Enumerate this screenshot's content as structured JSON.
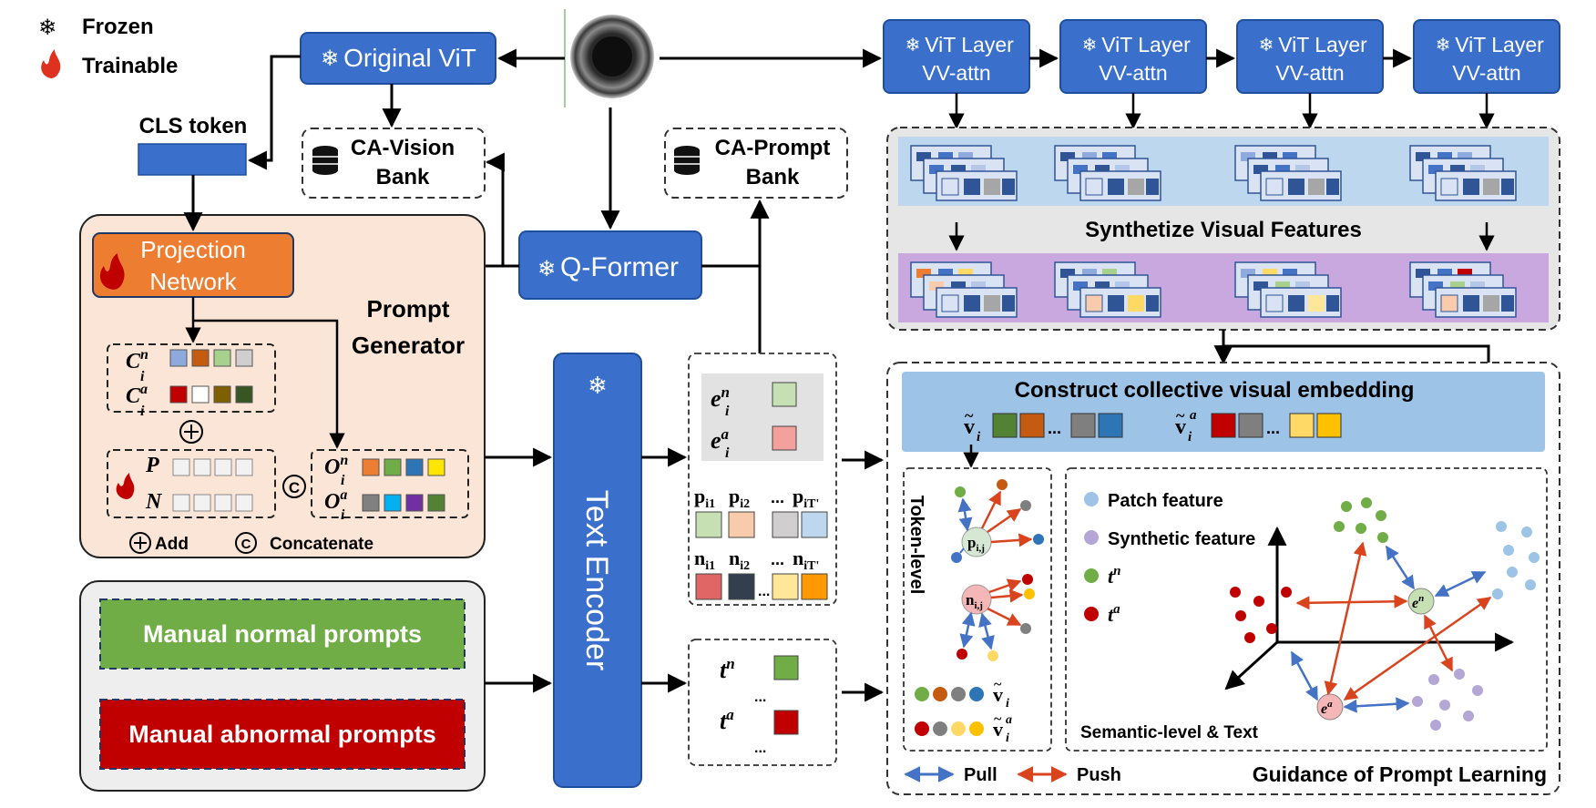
{
  "legend": {
    "frozen": "Frozen",
    "trainable": "Trainable"
  },
  "nodes": {
    "original_vit": "Original ViT",
    "cls_token": "CLS token",
    "ca_vision_bank": [
      "CA-Vision",
      "Bank"
    ],
    "ca_prompt_bank": [
      "CA-Prompt",
      "Bank"
    ],
    "q_former": "Q-Former",
    "projection_network": [
      "Projection",
      "Network"
    ],
    "prompt_generator": [
      "Prompt",
      "Generator"
    ],
    "text_encoder": "Text Encoder",
    "vit_layers": [
      [
        "ViT Layer",
        "VV-attn"
      ],
      [
        "ViT Layer",
        "VV-attn"
      ],
      [
        "ViT Layer",
        "VV-attn"
      ],
      [
        "ViT Layer",
        "VV-attn"
      ]
    ],
    "synthetize_visual_features": "Synthetize Visual Features",
    "construct_collective": "Construct collective visual embedding",
    "manual_normal": "Manual normal prompts",
    "manual_abnormal": "Manual abnormal prompts",
    "add_label": "Add",
    "concat_label": "Concatenate",
    "token_level": "Token-level",
    "semantic_level": "Semantic-level & Text",
    "guidance": "Guidance of Prompt Learning",
    "pull": "Pull",
    "push": "Push",
    "ellipsis": "..."
  },
  "math": {
    "C": "C",
    "sup_n": "n",
    "sup_a": "a",
    "sub_i": "i",
    "P": "P",
    "N": "N",
    "O": "O",
    "e": "e",
    "t": "t",
    "p": "p",
    "n": "n",
    "v": "v",
    "tilde": "~",
    "p_sub1": "i1",
    "p_sub2": "i2",
    "p_subT": "iT'",
    "pij_sub": "i,j",
    "add_symbol": "⊕",
    "concat_symbol": "C",
    "snowflake": "❄"
  },
  "semantic_legend": {
    "patch": "Patch feature",
    "synthetic": "Synthetic feature"
  },
  "colors": {
    "blue_box": "#3a6fcb",
    "blue_box_dark": "#1f4e9e",
    "orange": "#ed7d31",
    "peach_bg": "#fbe5d6",
    "green_prompt": "#70ad47",
    "red_prompt": "#c00000",
    "light_blue_panel": "#bdd7ee",
    "purple_panel": "#c9a8e0",
    "gray_panel": "#eeeeee",
    "pull_blue": "#4472c4",
    "push_red": "#d9441e"
  }
}
